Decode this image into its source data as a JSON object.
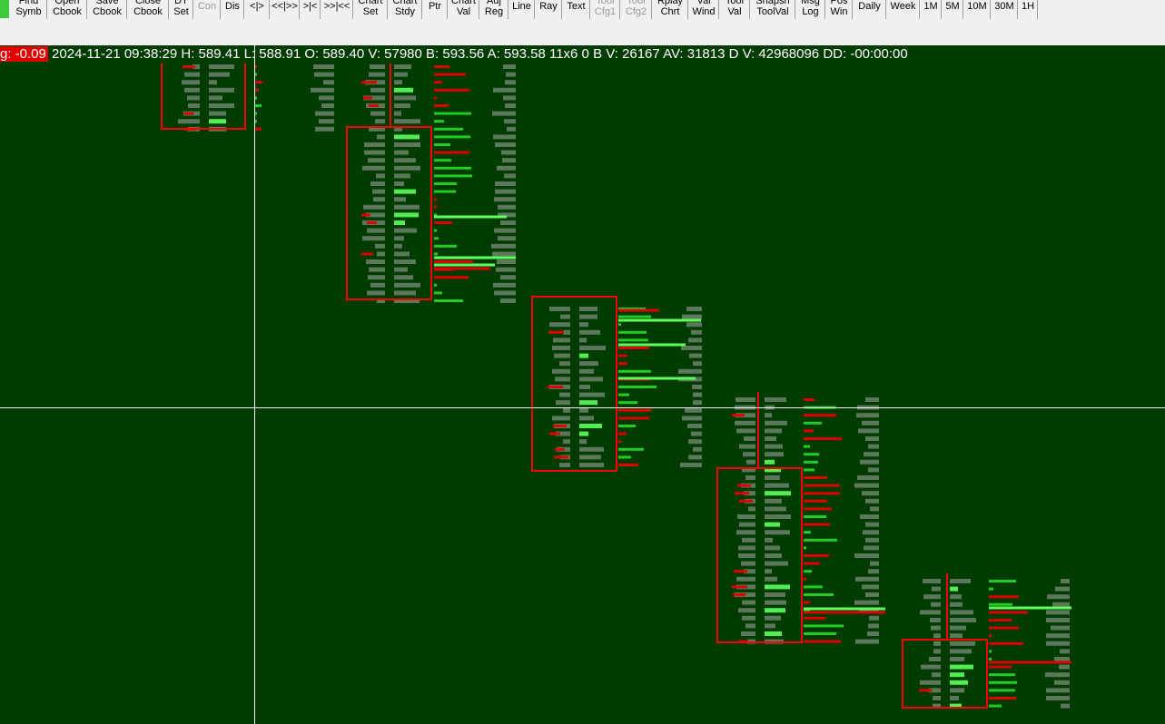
{
  "toolbar": {
    "buttons": [
      {
        "l1": "Find",
        "l2": "Symb",
        "enabled": true
      },
      {
        "l1": "Open",
        "l2": "Cbook",
        "enabled": true
      },
      {
        "l1": "Save",
        "l2": "Cbook",
        "enabled": true
      },
      {
        "l1": "Close",
        "l2": "Cbook",
        "enabled": true
      },
      {
        "l1": "DT",
        "l2": "Set",
        "enabled": true
      },
      {
        "l1": "",
        "l2": "Con",
        "enabled": false
      },
      {
        "l1": "",
        "l2": "Dis",
        "enabled": true
      },
      {
        "l1": "",
        "l2": "<|>",
        "enabled": true
      },
      {
        "l1": "",
        "l2": "<<|>>",
        "enabled": true
      },
      {
        "l1": "",
        "l2": ">|<",
        "enabled": true
      },
      {
        "l1": "",
        "l2": ">>|<<",
        "enabled": true
      },
      {
        "l1": "Chart",
        "l2": "Set",
        "enabled": true
      },
      {
        "l1": "Chart",
        "l2": "Stdy",
        "enabled": true
      },
      {
        "l1": "",
        "l2": "Ptr",
        "enabled": true
      },
      {
        "l1": "Chart",
        "l2": "Val",
        "enabled": true
      },
      {
        "l1": "Adj",
        "l2": "Reg",
        "enabled": true
      },
      {
        "l1": "",
        "l2": "Line",
        "enabled": true
      },
      {
        "l1": "",
        "l2": "Ray",
        "enabled": true
      },
      {
        "l1": "",
        "l2": "Text",
        "enabled": true
      },
      {
        "l1": "Tool",
        "l2": "Cfg1",
        "enabled": false
      },
      {
        "l1": "Tool",
        "l2": "Cfg2",
        "enabled": false
      },
      {
        "l1": "Rplay",
        "l2": "Chrt",
        "enabled": true
      },
      {
        "l1": "Val",
        "l2": "Wind",
        "enabled": true
      },
      {
        "l1": "Tool",
        "l2": "Val",
        "enabled": true
      },
      {
        "l1": "Snapsh",
        "l2": "ToolVal",
        "enabled": true
      },
      {
        "l1": "Msg",
        "l2": "Log",
        "enabled": true
      },
      {
        "l1": "Pos",
        "l2": "Win",
        "enabled": true
      },
      {
        "l1": "",
        "l2": "Daily",
        "enabled": true
      },
      {
        "l1": "",
        "l2": "Week",
        "enabled": true
      },
      {
        "l1": "",
        "l2": "1M",
        "enabled": true
      },
      {
        "l1": "",
        "l2": "5M",
        "enabled": true
      },
      {
        "l1": "",
        "l2": "10M",
        "enabled": true
      },
      {
        "l1": "",
        "l2": "30M",
        "enabled": true
      },
      {
        "l1": "",
        "l2": "1H",
        "enabled": true
      }
    ]
  },
  "status": {
    "change_label": "g: -0.09",
    "text": "2024-11-21 09:38:29 H: 589.41 L: 588.91 O: 589.40 V: 57980 B: 593.56 A: 593.58 11x6 0 B V: 26167 AV: 31813 D V: 42968096 DD: -00:00:00"
  },
  "colors": {
    "background": "#003c00",
    "value_text": "#a8a8a8",
    "bid_bar": "#e00000",
    "ask_bar": "#22cc22",
    "value_area_box": "#ff0000",
    "highlight": "#5cff5c",
    "crosshair": "#ffffff"
  }
}
